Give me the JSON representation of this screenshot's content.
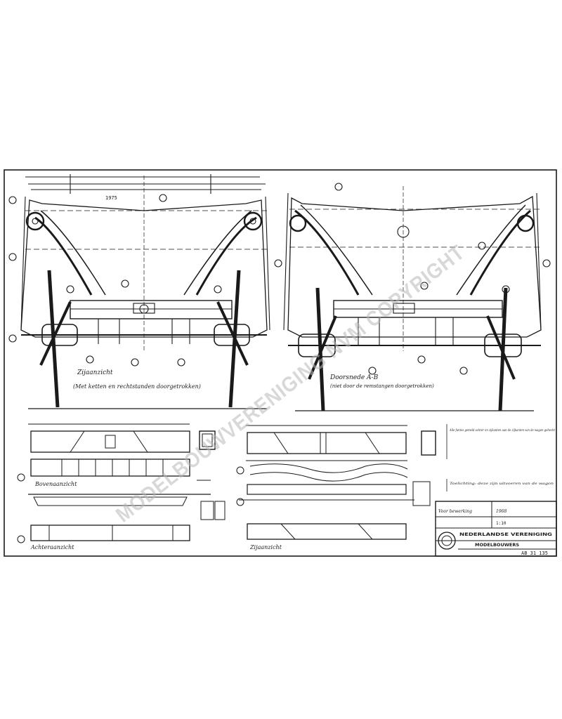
{
  "drawing": {
    "view_left_label": "Zijaanzicht",
    "view_left_note": "(Met ketten en rechtstanden doorgetrokken)",
    "view_right_label": "Doorsnede A-B",
    "view_right_note": "(niet door de remstangen doorgetrokken)",
    "parts_left_top_label": "Bovenaanzicht",
    "parts_left_bottom_label": "Achteraanzicht",
    "parts_right_bottom_label": "Zijaanzicht",
    "note_top_right": "Alle fantes gemeld achter en zijkanten aan de zijkanten van de wagon gehecht",
    "note_mid_right": "Toelichting: deze zijn uitvoeren van de wagon",
    "dim_top": "1975"
  },
  "title_block": {
    "association_line1": "NEDERLANDSE VERENIGING",
    "association_line2": "MODELBOUWERS",
    "drawing_number": "AB 31 135",
    "scale": "1:10",
    "field_owner": "Voor bewerking",
    "field_date": "1968"
  },
  "watermark": {
    "text": "MODELBOUWVERENIGING NVM COPYRIGHT"
  },
  "colors": {
    "ink": "#1a1a1a",
    "paper": "#ffffff",
    "watermark": "#b8b8b8"
  }
}
